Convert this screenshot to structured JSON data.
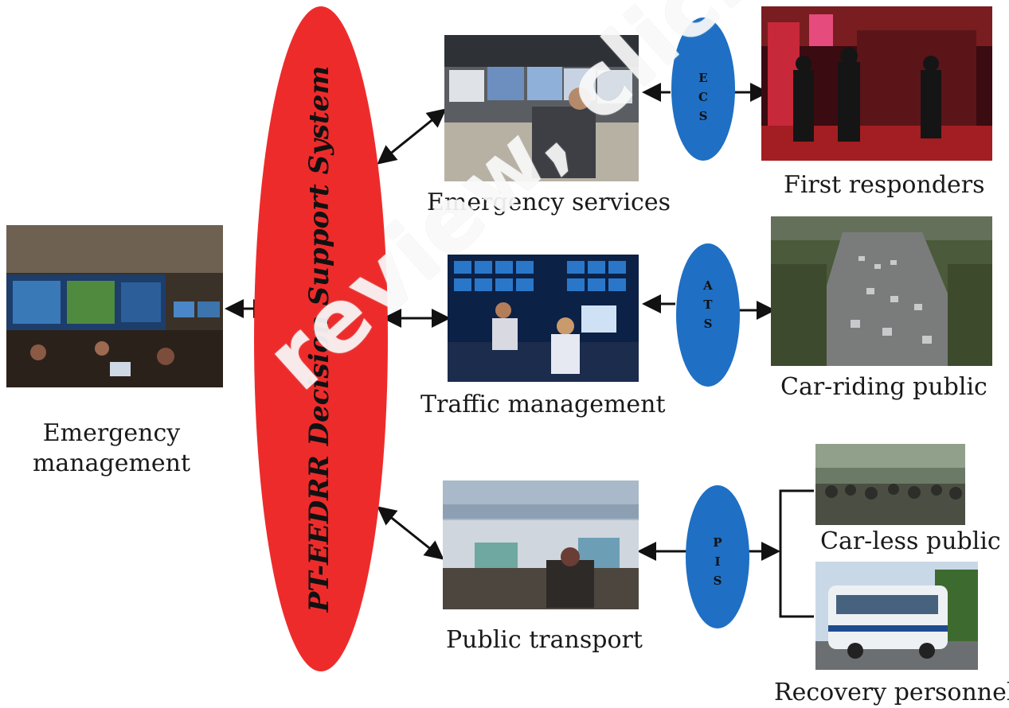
{
  "system": {
    "title": "PT-EEDRR Decision Support System"
  },
  "nodes": {
    "emergency_management": {
      "line1": "Emergency",
      "line2": "management"
    },
    "emergency_services": {
      "label": "Emergency services"
    },
    "traffic_management": {
      "label": "Traffic management"
    },
    "public_transport": {
      "label": "Public transport"
    },
    "first_responders": {
      "label": "First responders"
    },
    "car_riding_public": {
      "label": "Car-riding public"
    },
    "car_less_public": {
      "label": "Car-less public"
    },
    "recovery_personnel": {
      "label": "Recovery personnel"
    }
  },
  "channels": {
    "ecs": {
      "letters": [
        "E",
        "C",
        "S"
      ]
    },
    "ats": {
      "letters": [
        "A",
        "T",
        "S"
      ]
    },
    "pis": {
      "letters": [
        "P",
        "I",
        "S"
      ]
    }
  },
  "watermark": {
    "text": "review, click buy full"
  },
  "colors": {
    "system": "#ee2b2b",
    "channel": "#1f6fc4",
    "arrow": "#111111"
  }
}
